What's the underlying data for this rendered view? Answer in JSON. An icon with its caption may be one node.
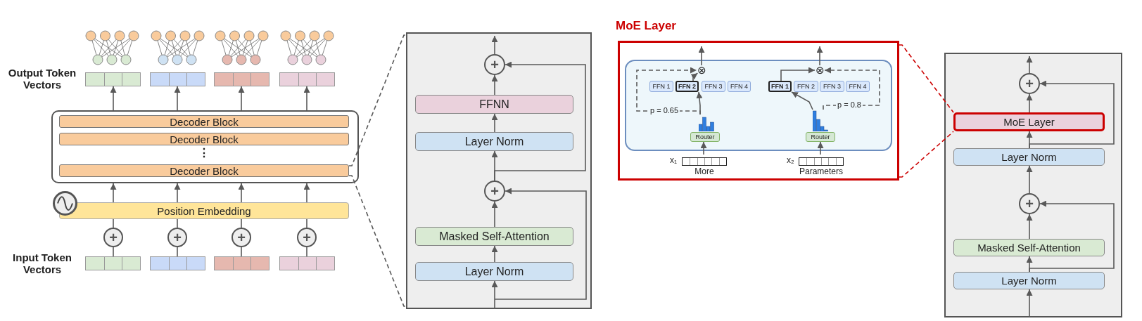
{
  "diagram": {
    "nodes": [
      {
        "text": [],
        "shape": "picture"
      },
      {
        "text": [],
        "shape": "picture"
      },
      {
        "text": [],
        "shape": "picture"
      },
      {
        "text": [],
        "shape": "picture"
      },
      {
        "text": [],
        "shape": "box"
      },
      {
        "text": [],
        "shape": "box"
      },
      {
        "text": [],
        "shape": "box"
      },
      {
        "text": [],
        "shape": "box"
      },
      {
        "text": [],
        "shape": "box"
      },
      {
        "text": [
          "Decoder Block"
        ],
        "in": 8
      },
      {
        "text": [
          "Decoder Block"
        ],
        "in": 8
      },
      {
        "text": [
          "Decoder Block"
        ],
        "in": 8
      },
      {
        "text": [],
        "shape": "circle"
      },
      {
        "text": [
          "Position Embedding"
        ]
      },
      {
        "text": [
          "+"
        ]
      },
      {
        "text": [
          "+"
        ]
      },
      {
        "text": [
          "+"
        ]
      },
      {
        "text": [
          "+"
        ]
      },
      {
        "text": [],
        "shape": "box"
      },
      {
        "text": [],
        "shape": "box"
      },
      {
        "text": [],
        "shape": "box"
      },
      {
        "text": [],
        "shape": "box"
      },
      {
        "text": [],
        "shape": "box"
      },
      {
        "text": [
          "+"
        ],
        "in": 22
      },
      {
        "text": [
          "FFNN"
        ],
        "in": 22
      },
      {
        "text": [
          "Layer Norm"
        ],
        "in": 22
      },
      {
        "text": [
          "+"
        ],
        "in": 22
      },
      {
        "text": [
          "Masked Self-Attention"
        ],
        "in": 22
      },
      {
        "text": [
          "Layer Norm"
        ],
        "in": 22
      },
      {
        "text": [
          "MoE Layer"
        ]
      },
      {
        "text": [],
        "shape": "box",
        "in": 29
      },
      {
        "text": [
          "⊗"
        ],
        "in": 30
      },
      {
        "text": [
          "FFN 1"
        ],
        "in": 30
      },
      {
        "text": [
          "FFN 2"
        ],
        "in": 30
      },
      {
        "text": [
          "FFN 3"
        ],
        "in": 30
      },
      {
        "text": [
          "FFN 4"
        ],
        "in": 30
      },
      {
        "text": [],
        "shape": "picture",
        "in": 30
      },
      {
        "text": [
          "Router"
        ],
        "in": 30
      },
      {
        "text": [
          "⊗"
        ],
        "in": 30
      },
      {
        "text": [
          "FFN 1"
        ],
        "in": 30
      },
      {
        "text": [
          "FFN 2"
        ],
        "in": 30
      },
      {
        "text": [
          "FFN 3"
        ],
        "in": 30
      },
      {
        "text": [
          "FFN 4"
        ],
        "in": 30
      },
      {
        "text": [],
        "shape": "picture",
        "in": 30
      },
      {
        "text": [
          "Router"
        ],
        "in": 30
      },
      {
        "text": [
          "x₁",
          "More"
        ],
        "in": 29
      },
      {
        "text": [
          "x₂",
          "Parameters"
        ],
        "in": 29
      },
      {
        "text": [],
        "shape": "box"
      },
      {
        "text": [
          "+"
        ],
        "in": 47
      },
      {
        "text": [
          "MoE Layer"
        ],
        "in": 47
      },
      {
        "text": [
          "Layer Norm"
        ],
        "in": 47
      },
      {
        "text": [
          "+"
        ],
        "in": 47
      },
      {
        "text": [
          "Masked Self-Attention"
        ],
        "in": 47
      },
      {
        "text": [
          "Layer Norm"
        ],
        "in": 47
      }
    ],
    "edges": [
      {
        "from": 18,
        "to": 14,
        "arrow": "none"
      },
      {
        "from": 19,
        "to": 15,
        "arrow": "none"
      },
      {
        "from": 20,
        "to": 16,
        "arrow": "none"
      },
      {
        "from": 21,
        "to": 17,
        "arrow": "none"
      },
      {
        "from": 14,
        "to": 13,
        "arrow": "none"
      },
      {
        "from": 15,
        "to": 13,
        "arrow": "none"
      },
      {
        "from": 16,
        "to": 13,
        "arrow": "none"
      },
      {
        "from": 17,
        "to": 13,
        "arrow": "none"
      },
      {
        "from": 13,
        "to": 8,
        "arrow": "to"
      },
      {
        "from": 13,
        "to": 8,
        "arrow": "to"
      },
      {
        "from": 13,
        "to": 8,
        "arrow": "to"
      },
      {
        "from": 13,
        "to": 8,
        "arrow": "to"
      },
      {
        "from": 8,
        "to": 4,
        "arrow": "to"
      },
      {
        "from": 8,
        "to": 5,
        "arrow": "to"
      },
      {
        "from": 8,
        "to": 6,
        "arrow": "to"
      },
      {
        "from": 8,
        "to": 7,
        "arrow": "to"
      },
      {
        "from": 11,
        "to": 22,
        "arrow": "none",
        "style": "dashed"
      },
      {
        "from": 11,
        "to": 22,
        "arrow": "none",
        "style": "dashed"
      },
      {
        "from": null,
        "to": 28,
        "arrow": "to"
      },
      {
        "from": 28,
        "to": 27,
        "arrow": "to"
      },
      {
        "from": null,
        "to": 26,
        "arrow": "to"
      },
      {
        "from": 27,
        "to": 26,
        "arrow": "to"
      },
      {
        "from": 26,
        "to": 25,
        "arrow": "to"
      },
      {
        "from": 25,
        "to": 24,
        "arrow": "to"
      },
      {
        "from": 26,
        "to": 23,
        "arrow": "to"
      },
      {
        "from": 24,
        "to": 23,
        "arrow": "to"
      },
      {
        "from": 23,
        "to": null,
        "arrow": "to"
      },
      {
        "from": 45,
        "to": 37,
        "arrow": "to"
      },
      {
        "from": 36,
        "to": 33,
        "arrow": "to"
      },
      {
        "from": 33,
        "to": 31,
        "arrow": "to"
      },
      {
        "from": 36,
        "to": 31,
        "label": "p = 0.65",
        "arrow": "to",
        "style": "dashed"
      },
      {
        "from": 31,
        "to": null,
        "arrow": "to"
      },
      {
        "from": 46,
        "to": 44,
        "arrow": "to"
      },
      {
        "from": 43,
        "to": 39,
        "arrow": "to"
      },
      {
        "from": 39,
        "to": 38,
        "arrow": "to"
      },
      {
        "from": 43,
        "to": 38,
        "label": "p = 0.8",
        "arrow": "to",
        "style": "dashed"
      },
      {
        "from": 38,
        "to": null,
        "arrow": "to"
      },
      {
        "from": 29,
        "to": 49,
        "arrow": "none",
        "style": "dashed",
        "color": "#cc0000"
      },
      {
        "from": 29,
        "to": 49,
        "arrow": "none",
        "style": "dashed",
        "color": "#cc0000"
      },
      {
        "from": null,
        "to": 53,
        "arrow": "to"
      },
      {
        "from": 53,
        "to": 52,
        "arrow": "to"
      },
      {
        "from": 53,
        "to": 51,
        "arrow": "to"
      },
      {
        "from": 52,
        "to": 51,
        "arrow": "to"
      },
      {
        "from": 51,
        "to": 50,
        "arrow": "to"
      },
      {
        "from": 50,
        "to": 49,
        "arrow": "to"
      },
      {
        "from": 50,
        "to": 48,
        "arrow": "to"
      },
      {
        "from": 49,
        "to": 48,
        "arrow": "to"
      },
      {
        "from": 48,
        "to": null,
        "arrow": "to"
      }
    ],
    "labels": [
      "Output Token Vectors",
      "⋮",
      "Input Token Vectors"
    ]
  }
}
